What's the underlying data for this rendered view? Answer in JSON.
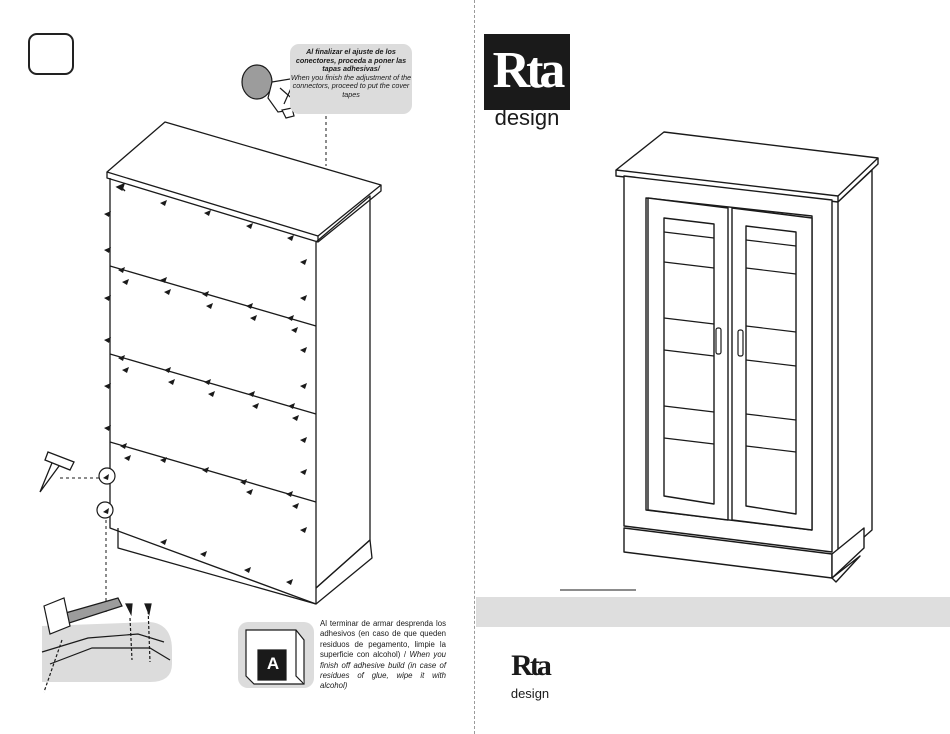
{
  "assembly_page": {
    "callout": {
      "spanish": "Al finalizar el ajuste de los conectores, proceda a poner las tapas adhesivas/",
      "english": "When you finish the adjustment of the connectors, proceed to put the cover tapes"
    },
    "note": {
      "spanish": "Al terminar de armar desprenda los adhesivos (en caso de que queden residuos de pegamento, limpie la superficie con alcohol) /",
      "english": "When you finish off adhesive build (in case of residues of glue, wipe it with alcohol)"
    },
    "sticker_letter": "A"
  },
  "cover_page": {
    "logo_top": {
      "mark": "Rta",
      "word": "design"
    },
    "logo_bottom": {
      "mark": "Rta",
      "word": "design"
    }
  },
  "colors": {
    "ink": "#1a1a1a",
    "band": "#dedede",
    "callout": "#dcdcdc",
    "fold_line": "#9a9a9a"
  }
}
